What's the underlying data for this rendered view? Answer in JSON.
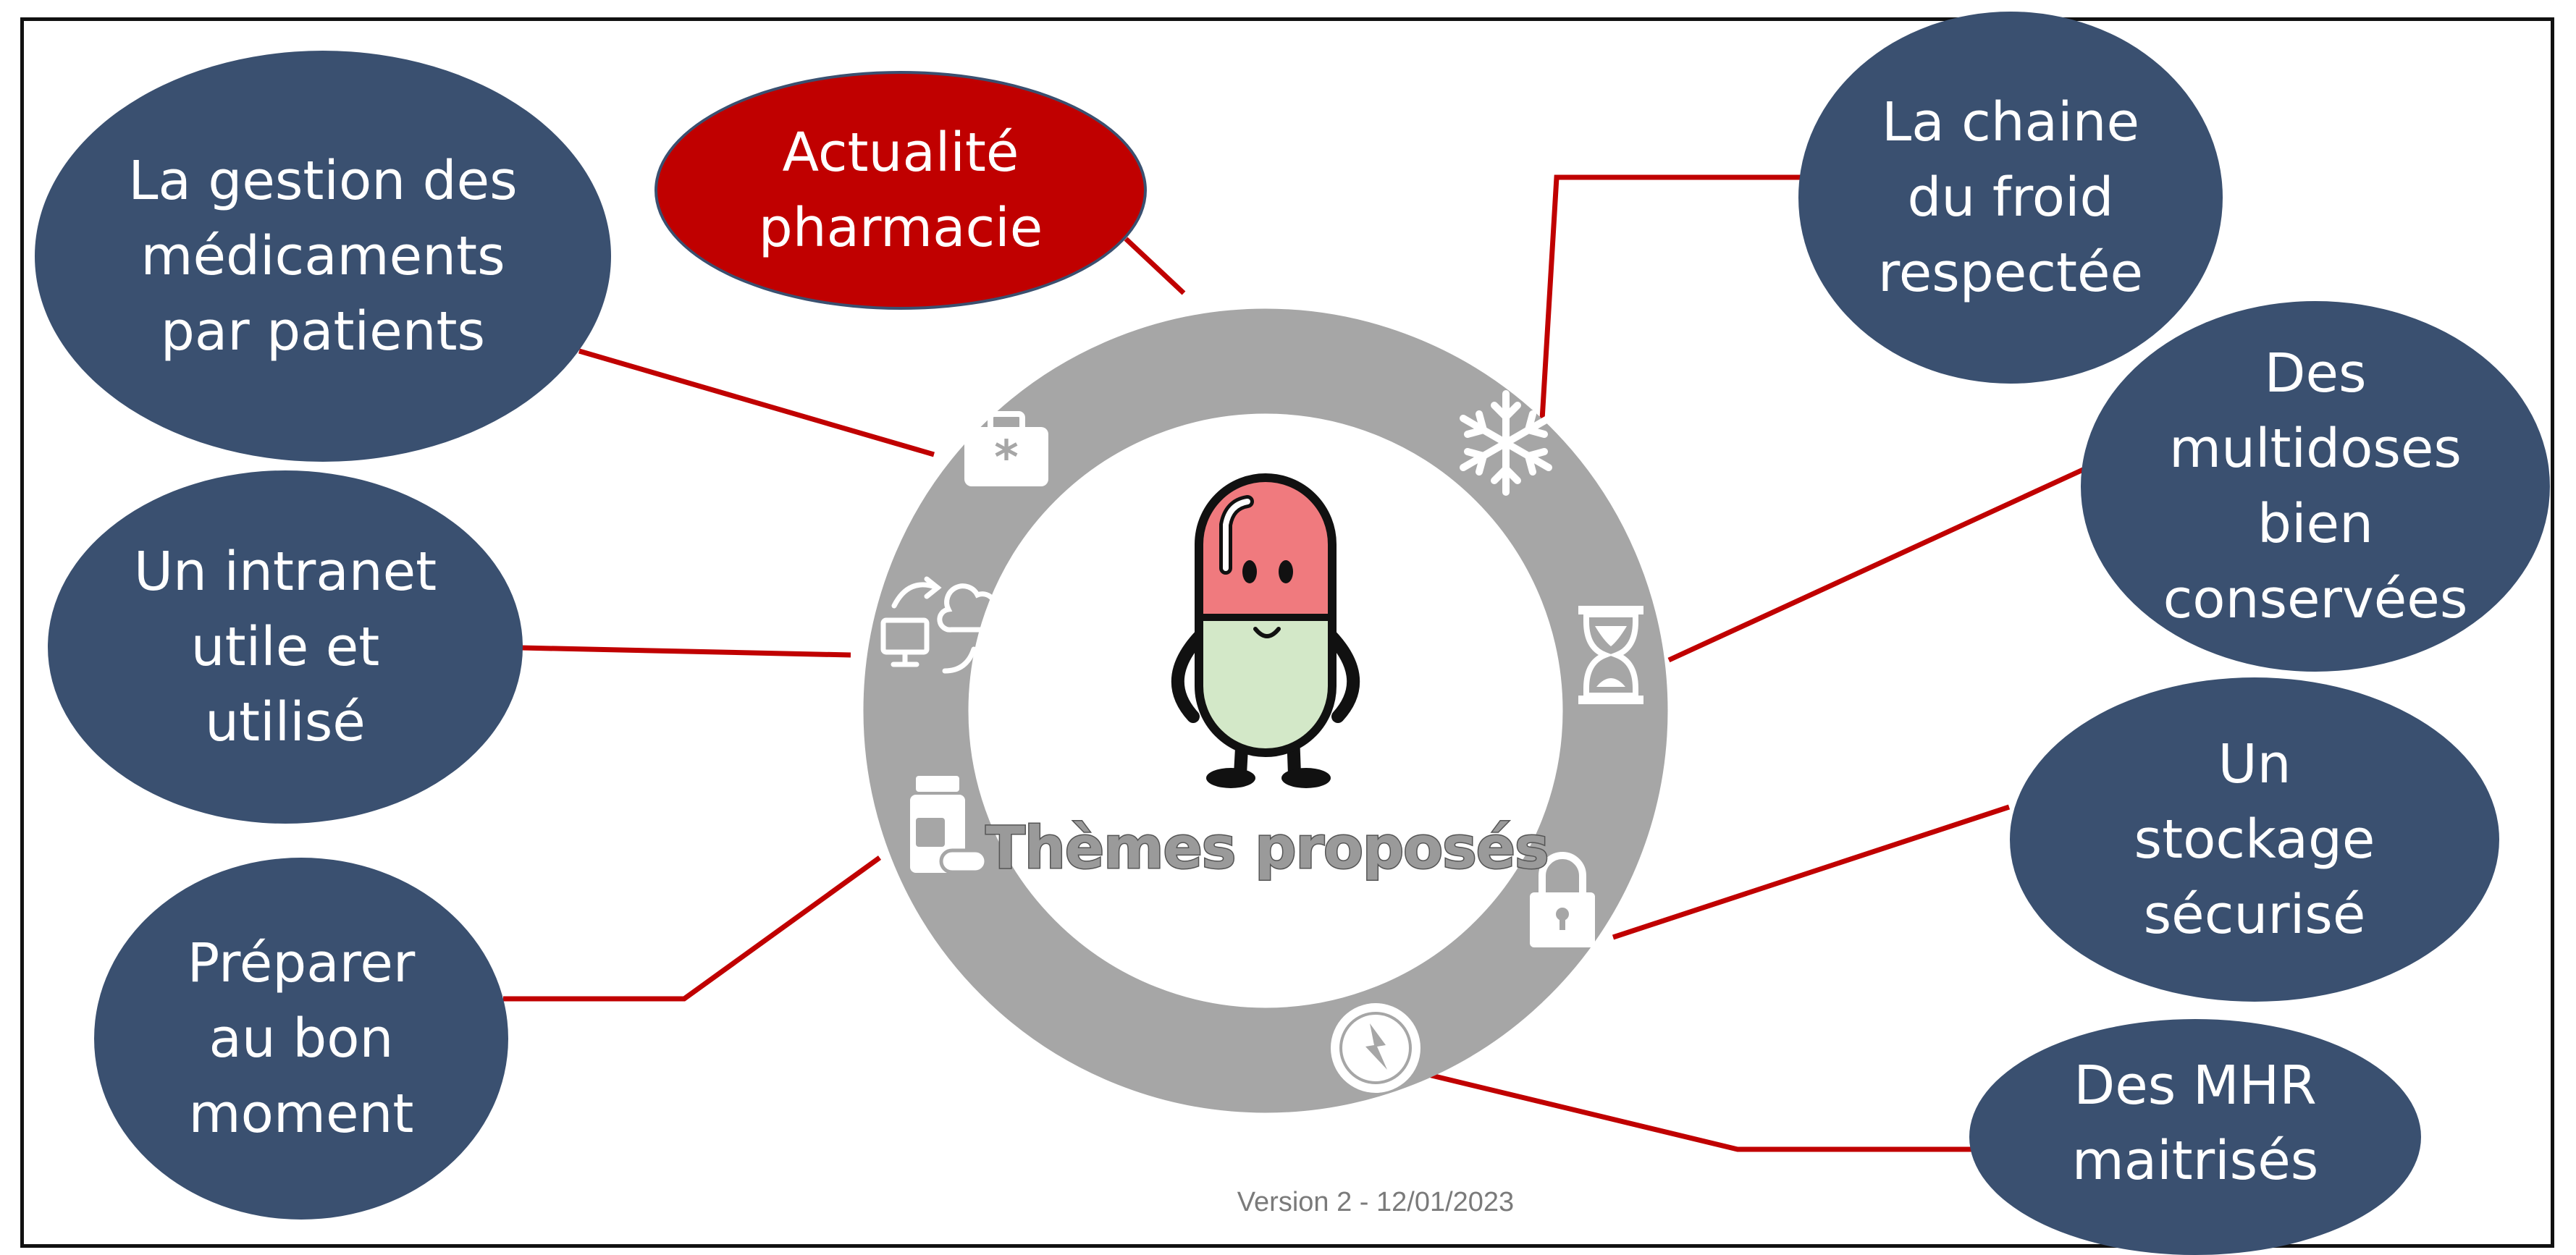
{
  "center": {
    "title": "Thèmes proposés"
  },
  "themes": [
    {
      "id": "actualite",
      "label_lines": [
        "Actualité",
        "pharmacie"
      ],
      "color": "#c00000"
    },
    {
      "id": "gestion",
      "label_lines": [
        "La gestion des",
        "médicaments",
        "par patients"
      ],
      "color": "#3a5070"
    },
    {
      "id": "intranet",
      "label_lines": [
        "Un intranet",
        "utile et",
        "utilisé"
      ],
      "color": "#3a5070"
    },
    {
      "id": "preparer",
      "label_lines": [
        "Préparer",
        "au bon",
        "moment"
      ],
      "color": "#3a5070"
    },
    {
      "id": "froid",
      "label_lines": [
        "La chaine",
        "du froid",
        "respectée"
      ],
      "color": "#3a5070"
    },
    {
      "id": "multidoses",
      "label_lines": [
        "Des",
        "multidoses",
        "bien",
        "conservées"
      ],
      "color": "#3a5070"
    },
    {
      "id": "stockage",
      "label_lines": [
        "Un",
        "stockage",
        "sécurisé"
      ],
      "color": "#3a5070"
    },
    {
      "id": "mhr",
      "label_lines": [
        "Des MHR",
        "maitrisés"
      ],
      "color": "#3a5070"
    }
  ],
  "icons": [
    "medical-kit-icon",
    "snowflake-icon",
    "sync-cloud-computer-icon",
    "hourglass-icon",
    "pill-bottle-icon",
    "padlock-icon",
    "high-alert-badge-icon",
    "pill-mascot-icon"
  ],
  "footer": {
    "version": "Version 2  - 12/01/2023"
  },
  "colors": {
    "ring": "#a6a6a6",
    "connector": "#c00000",
    "bubble": "#3a5070",
    "accent": "#c00000"
  }
}
